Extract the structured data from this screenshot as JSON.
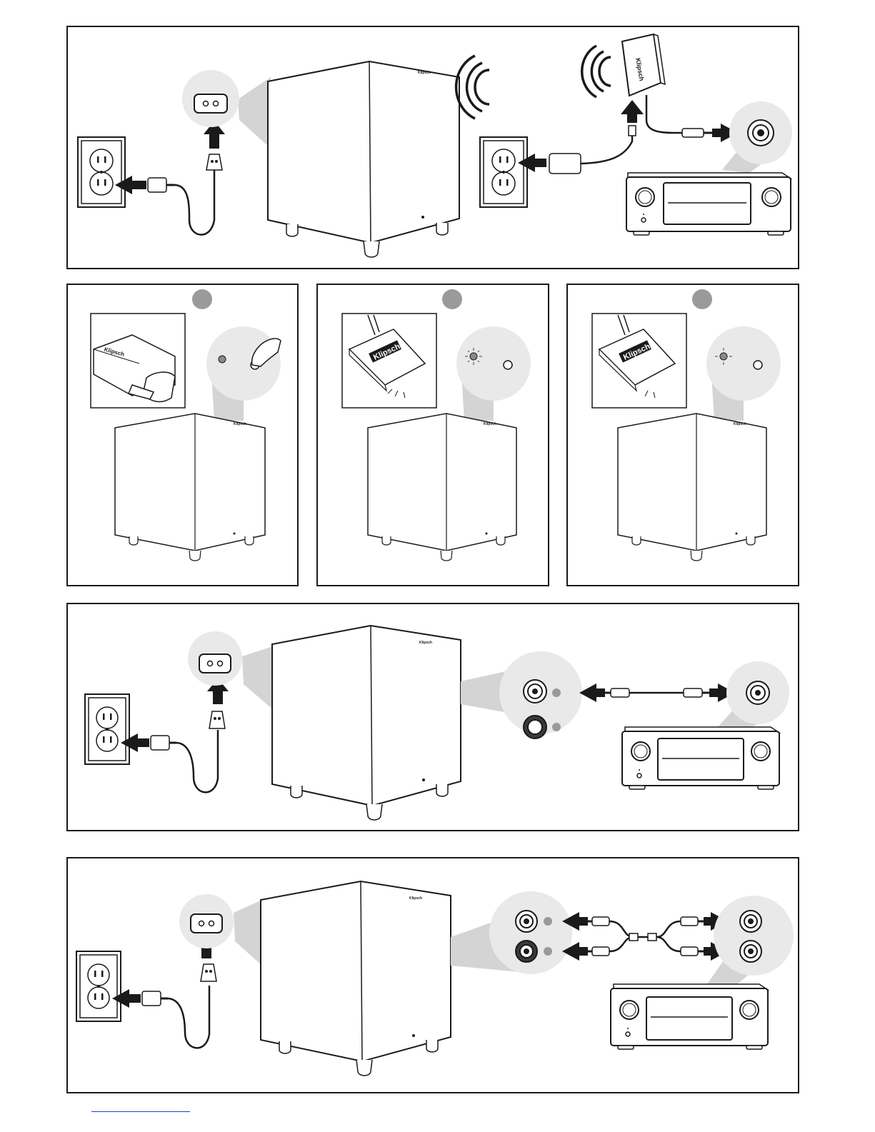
{
  "brand": {
    "logo_text": "Klipsch"
  },
  "panels": [
    {
      "id": "wireless-setup",
      "type": "wireless connection"
    },
    {
      "id": "pairing-step-1",
      "type": "pairing step",
      "step_indicator": "grey-circle"
    },
    {
      "id": "pairing-step-2",
      "type": "pairing step",
      "step_indicator": "grey-circle"
    },
    {
      "id": "pairing-step-3",
      "type": "pairing step",
      "step_indicator": "grey-circle"
    },
    {
      "id": "single-lfe-setup",
      "type": "wired LFE connection"
    },
    {
      "id": "dual-lfe-setup",
      "type": "wired Y-cable connection"
    }
  ],
  "colors": {
    "line": "#1a1a1a",
    "zoom_beam": "#d4d4d4",
    "zoom_bubble": "#e9e9e9",
    "step_badge": "#9a9a9a",
    "link": "#1f3fd6"
  },
  "icons": [
    "power-outlet-icon",
    "power-cord-icon",
    "iec-socket-icon",
    "subwoofer-icon",
    "av-receiver-icon",
    "wireless-transmitter-icon",
    "wireless-signal-icon",
    "rca-cable-icon",
    "arrow-icon",
    "led-indicator-icon",
    "pair-button-icon"
  ]
}
